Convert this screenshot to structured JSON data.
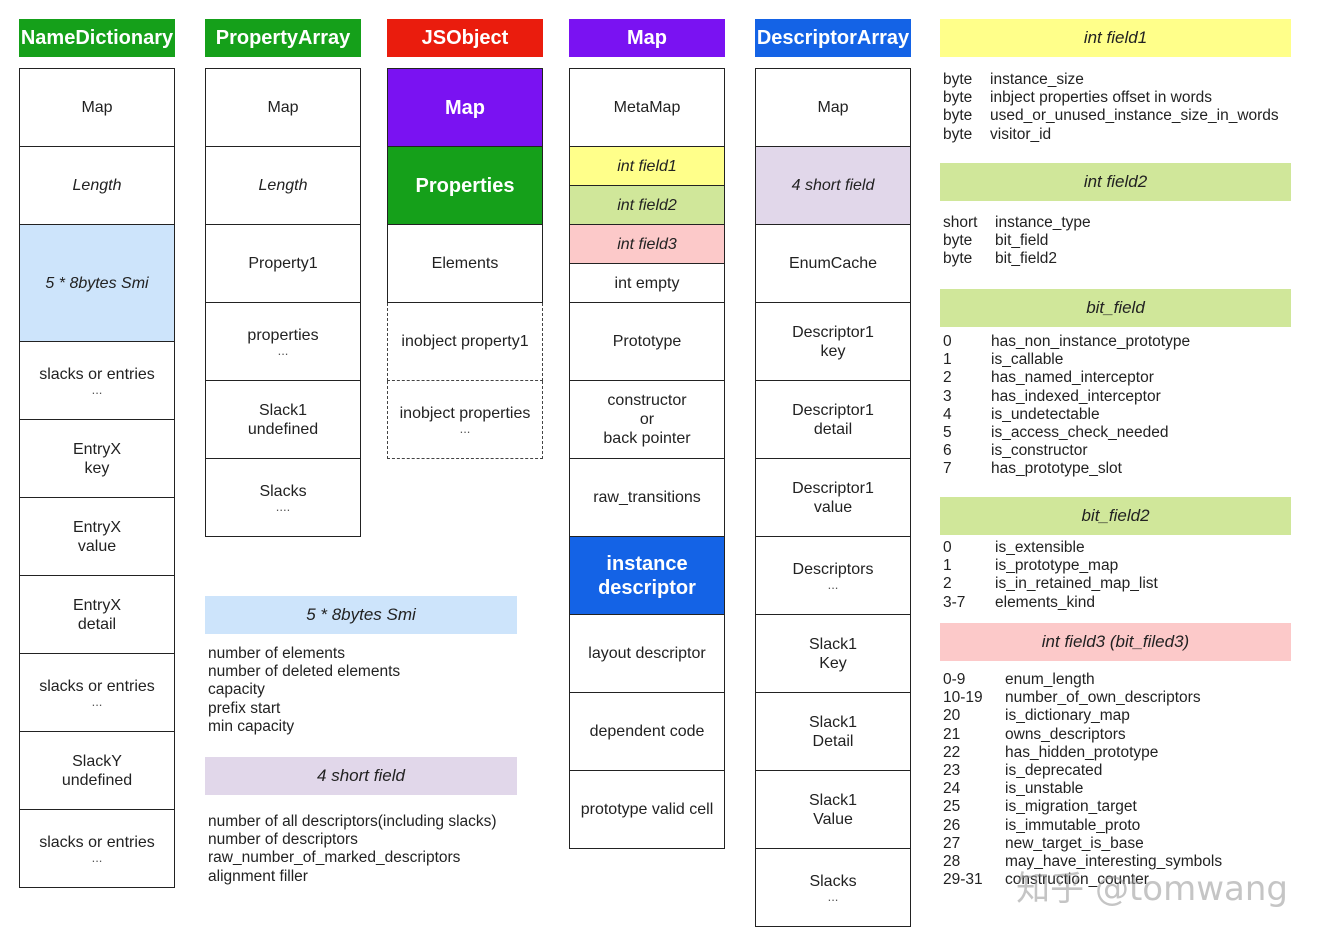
{
  "colors": {
    "green": "#15a01a",
    "red": "#ea1c0d",
    "purple": "#7a12f2",
    "blue": "#1463e6",
    "yellow": "#ffff8a",
    "lightgreen": "#d0e79a",
    "pink": "#fcc9c9",
    "lightblue": "#cde4fb",
    "lavender": "#e1d7ea"
  },
  "name_dictionary": {
    "title": "NameDictionary",
    "cells": [
      {
        "text": "Map"
      },
      {
        "text": "Length",
        "italic": true
      },
      {
        "text": "5 * 8bytes Smi",
        "italic": true,
        "bg": "lightblue"
      },
      {
        "text": "slacks or entries",
        "sub": "..."
      },
      {
        "text": "EntryX\nkey"
      },
      {
        "text": "EntryX\nvalue"
      },
      {
        "text": "EntryX\ndetail"
      },
      {
        "text": "slacks or entries",
        "sub": "..."
      },
      {
        "text": "SlackY\nundefined"
      },
      {
        "text": "slacks or entries",
        "sub": "..."
      }
    ]
  },
  "property_array": {
    "title": "PropertyArray",
    "cells": [
      {
        "text": "Map"
      },
      {
        "text": "Length",
        "italic": true
      },
      {
        "text": "Property1"
      },
      {
        "text": "properties",
        "sub": "..."
      },
      {
        "text": "Slack1\nundefined"
      },
      {
        "text": "Slacks",
        "sub": "...."
      }
    ]
  },
  "js_object": {
    "title": "JSObject",
    "cells": [
      {
        "text": "Map",
        "big": true,
        "bg": "purple"
      },
      {
        "text": "Properties",
        "big": true,
        "bg": "green"
      },
      {
        "text": "Elements"
      },
      {
        "text": "inobject property1",
        "dashed": true
      },
      {
        "text": "inobject properties",
        "sub": "...",
        "dashed": true
      }
    ]
  },
  "map": {
    "title": "Map",
    "cells": [
      {
        "text": "MetaMap"
      },
      {
        "text": "int field1",
        "italic": true,
        "bg": "yellow"
      },
      {
        "text": "int field2",
        "italic": true,
        "bg": "lightgreen"
      },
      {
        "text": "int field3",
        "italic": true,
        "bg": "pink"
      },
      {
        "text": "int empty"
      },
      {
        "text": "Prototype"
      },
      {
        "text": "constructor\nor\nback pointer"
      },
      {
        "text": "raw_transitions"
      },
      {
        "text": "instance\ndescriptor",
        "big": true,
        "bg": "blue"
      },
      {
        "text": "layout descriptor"
      },
      {
        "text": "dependent code"
      },
      {
        "text": "prototype valid cell"
      }
    ]
  },
  "descriptor_array": {
    "title": "DescriptorArray",
    "cells": [
      {
        "text": "Map"
      },
      {
        "text": "4 short field",
        "italic": true,
        "bg": "lavender"
      },
      {
        "text": "EnumCache"
      },
      {
        "text": "Descriptor1\nkey"
      },
      {
        "text": "Descriptor1\ndetail"
      },
      {
        "text": "Descriptor1\nvalue"
      },
      {
        "text": "Descriptors",
        "sub": "..."
      },
      {
        "text": "Slack1\nKey"
      },
      {
        "text": "Slack1\nDetail"
      },
      {
        "text": "Slack1\nValue"
      },
      {
        "text": "Slacks",
        "sub": "..."
      }
    ]
  },
  "smi_legend": {
    "title": "5 * 8bytes Smi",
    "items": [
      "number of elements",
      "number of deleted elements",
      "capacity",
      "prefix start",
      "min capacity"
    ]
  },
  "short_legend": {
    "title": "4 short field",
    "items": [
      "number of all descriptors(including slacks)",
      "number of descriptors",
      "raw_number_of_marked_descriptors",
      "alignment filler"
    ]
  },
  "int_field1": {
    "title": "int field1",
    "rows": [
      [
        "byte",
        "instance_size"
      ],
      [
        "byte",
        "inbject properties offset in words"
      ],
      [
        "byte",
        "used_or_unused_instance_size_in_words"
      ],
      [
        "byte",
        "visitor_id"
      ]
    ]
  },
  "int_field2": {
    "title": "int field2",
    "rows": [
      [
        "short",
        "instance_type"
      ],
      [
        "byte",
        "bit_field"
      ],
      [
        "byte",
        "bit_field2"
      ]
    ]
  },
  "bit_field": {
    "title": "bit_field",
    "rows": [
      [
        "0",
        "has_non_instance_prototype"
      ],
      [
        "1",
        "is_callable"
      ],
      [
        "2",
        "has_named_interceptor"
      ],
      [
        "3",
        "has_indexed_interceptor"
      ],
      [
        "4",
        "is_undetectable"
      ],
      [
        "5",
        "is_access_check_needed"
      ],
      [
        "6",
        "is_constructor"
      ],
      [
        "7",
        "has_prototype_slot"
      ]
    ]
  },
  "bit_field2": {
    "title": "bit_field2",
    "rows": [
      [
        "0",
        "is_extensible"
      ],
      [
        "1",
        "is_prototype_map"
      ],
      [
        "2",
        "is_in_retained_map_list"
      ],
      [
        "3-7",
        "elements_kind"
      ]
    ]
  },
  "int_field3": {
    "title": "int field3 (bit_filed3)",
    "rows": [
      [
        "0-9",
        "enum_length"
      ],
      [
        "10-19",
        "number_of_own_descriptors"
      ],
      [
        "20",
        "is_dictionary_map"
      ],
      [
        "21",
        "owns_descriptors"
      ],
      [
        "22",
        "has_hidden_prototype"
      ],
      [
        "23",
        "is_deprecated"
      ],
      [
        "24",
        "is_unstable"
      ],
      [
        "25",
        "is_migration_target"
      ],
      [
        "26",
        "is_immutable_proto"
      ],
      [
        "27",
        "new_target_is_base"
      ],
      [
        "28",
        "may_have_interesting_symbols"
      ],
      [
        "29-31",
        "construction_counter"
      ]
    ]
  },
  "watermark": "知乎 @tomwang"
}
